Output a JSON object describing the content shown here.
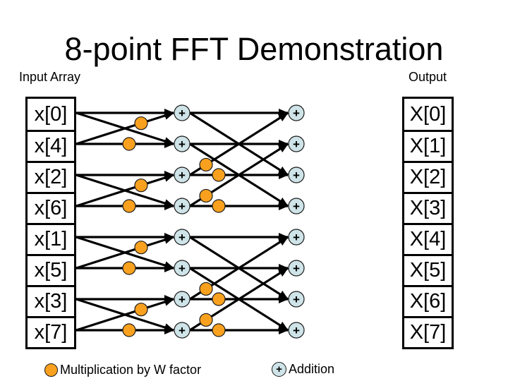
{
  "title": "8-point FFT Demonstration",
  "labels": {
    "input": "Input Array",
    "output": "Output"
  },
  "input_array": {
    "cells": [
      "x[0]",
      "x[4]",
      "x[2]",
      "x[6]",
      "x[1]",
      "x[5]",
      "x[3]",
      "x[7]"
    ]
  },
  "output_array": {
    "cells": [
      "X[0]",
      "X[1]",
      "X[2]",
      "X[3]",
      "X[4]",
      "X[5]",
      "X[6]",
      "X[7]"
    ]
  },
  "symbols": {
    "plus": "+"
  },
  "legend": {
    "multiplier": "Multiplication by W factor",
    "adder": "Addition"
  },
  "colors": {
    "multiplier_fill": "#F9A11E",
    "adder_fill": "#CFE4E8",
    "line": "#000000"
  },
  "diagram": {
    "rows": 8,
    "stage1_butterflies": [
      [
        0,
        1
      ],
      [
        2,
        3
      ],
      [
        4,
        5
      ],
      [
        6,
        7
      ]
    ],
    "stage2_butterflies": [
      [
        0,
        2
      ],
      [
        1,
        3
      ],
      [
        4,
        6
      ],
      [
        5,
        7
      ]
    ],
    "stage1_multiplied_rows": [
      1,
      3,
      5,
      7
    ],
    "stage2_multiplied_rows": [
      2,
      3,
      6,
      7
    ]
  }
}
